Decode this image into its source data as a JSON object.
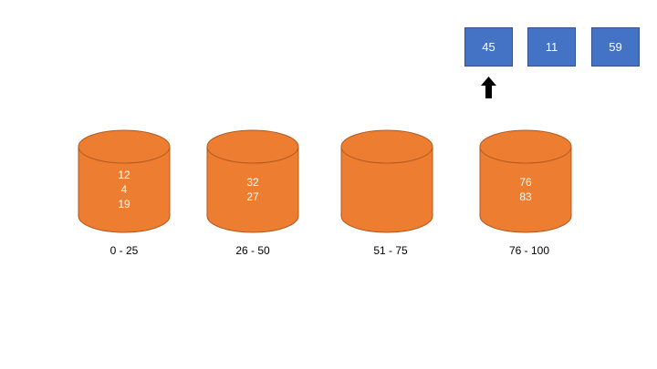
{
  "queue": [
    "45",
    "11",
    "59"
  ],
  "buckets": [
    {
      "range": "0 - 25",
      "values": [
        "12",
        "4",
        "19"
      ]
    },
    {
      "range": "26 - 50",
      "values": [
        "32",
        "27"
      ]
    },
    {
      "range": "51 - 75",
      "values": []
    },
    {
      "range": "76 - 100",
      "values": [
        "76",
        "83"
      ]
    }
  ],
  "pointer_index": 0,
  "icons": [
    "up-arrow-icon",
    "cylinder-icon"
  ],
  "colors": {
    "bucket_fill": "#ed7d31",
    "bucket_stroke": "#ae5a21",
    "queue_fill": "#4472c4",
    "queue_stroke": "#2f528f"
  }
}
